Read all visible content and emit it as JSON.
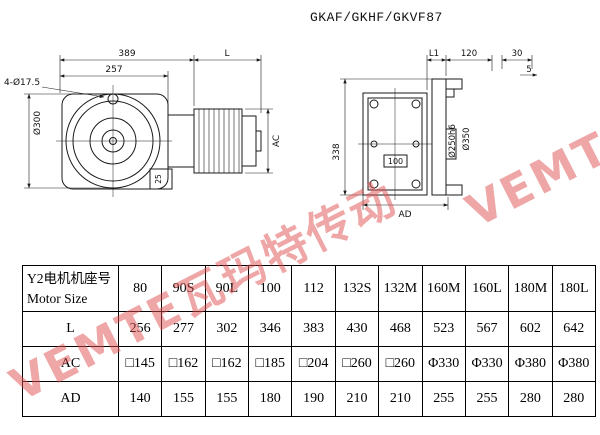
{
  "title": "GKAF/GKHF/GKVF87",
  "watermark": {
    "text": "VEMTE瓦玛特传动",
    "color": "#e04e4e"
  },
  "drawing": {
    "left_view": {
      "d389": "389",
      "dL": "L",
      "d257": "257",
      "holes": "4-Ø17.5",
      "d300": "Ø300",
      "dAC": "AC",
      "d25": "25"
    },
    "right_view": {
      "dL1": "L1",
      "d120": "120",
      "d30": "30",
      "d5": "5",
      "d338": "338",
      "d100": "100",
      "d250": "Ø250h6",
      "d350": "Ø350",
      "dAD": "AD"
    }
  },
  "table": {
    "header_cn": "Y2电机机座号",
    "header_en": "Motor Size",
    "columns": [
      "80",
      "90S",
      "90L",
      "100",
      "112",
      "132S",
      "132M",
      "160M",
      "160L",
      "180M",
      "180L"
    ],
    "rows": [
      {
        "label": "L",
        "values": [
          "256",
          "277",
          "302",
          "346",
          "383",
          "430",
          "468",
          "523",
          "567",
          "602",
          "642"
        ]
      },
      {
        "label": "AC",
        "values": [
          "□145",
          "□162",
          "□162",
          "□185",
          "□204",
          "□260",
          "□260",
          "Φ330",
          "Φ330",
          "Φ380",
          "Φ380"
        ]
      },
      {
        "label": "AD",
        "values": [
          "140",
          "155",
          "155",
          "180",
          "190",
          "210",
          "210",
          "255",
          "255",
          "280",
          "280"
        ]
      }
    ]
  }
}
